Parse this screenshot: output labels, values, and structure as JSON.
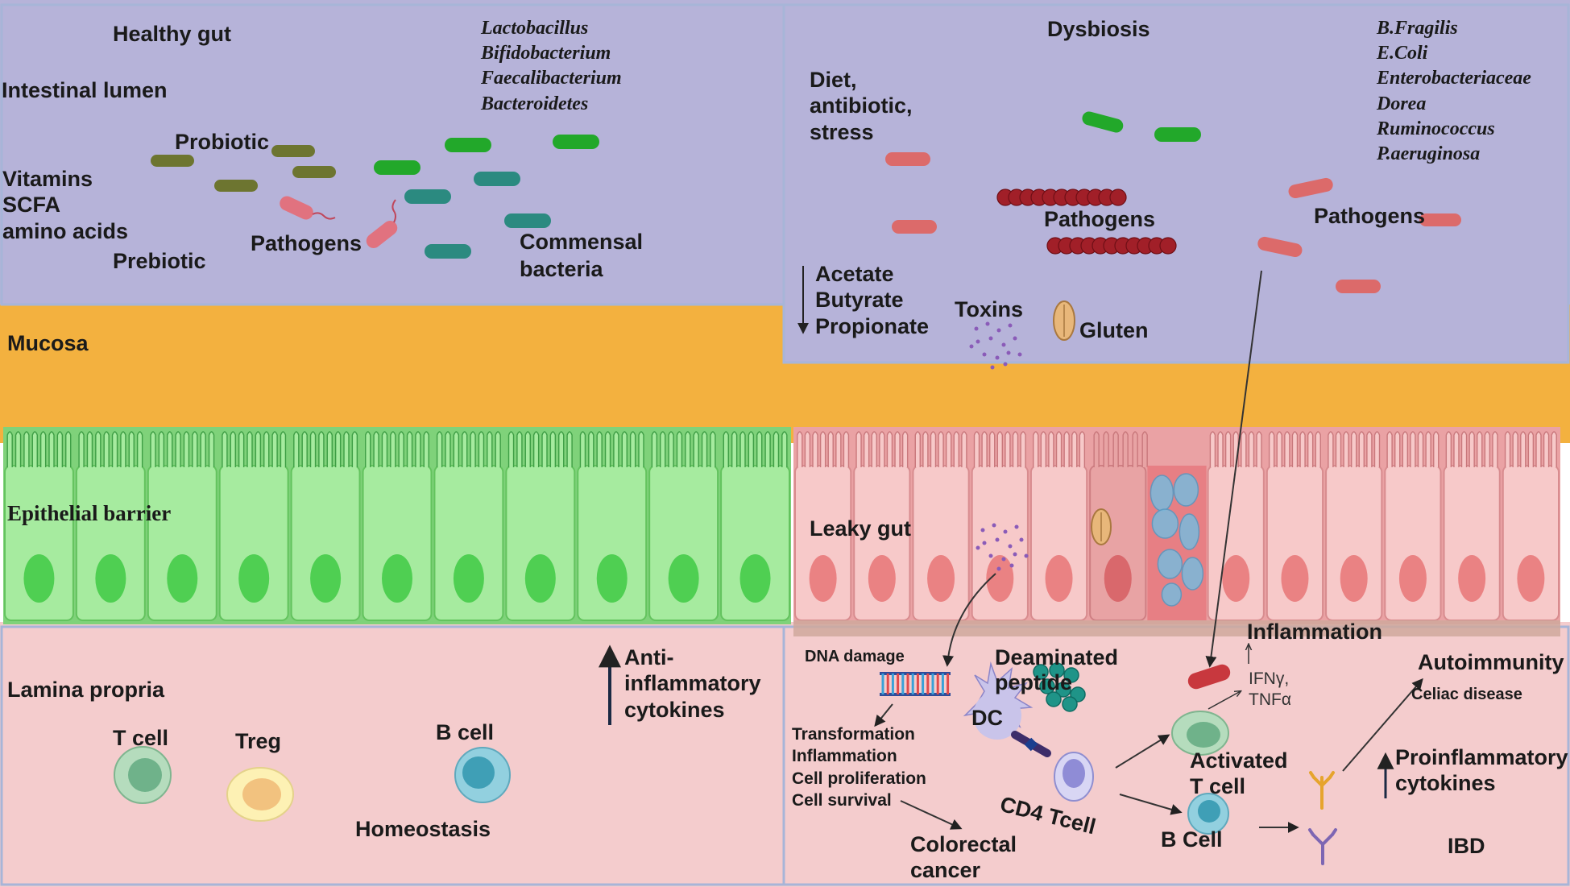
{
  "healthy": {
    "title": "Healthy gut",
    "lumen": "Intestinal lumen",
    "species": [
      "Lactobacillus",
      "Bifidobacterium",
      "Faecalibacterium",
      "Bacteroidetes"
    ],
    "probiotic": "Probiotic",
    "nutrients": [
      "Vitamins",
      "SCFA",
      "amino acids"
    ],
    "prebiotic": "Prebiotic",
    "pathogens": "Pathogens",
    "commensal": [
      "Commensal",
      "bacteria"
    ],
    "mucosa": "Mucosa",
    "epithelial": "Epithelial barrier",
    "lamina": "Lamina propria",
    "tcell": "T cell",
    "treg": "Treg",
    "bcell": "B cell",
    "homeostasis": "Homeostasis",
    "anti": [
      "Anti-",
      "inflammatory",
      "cytokines"
    ]
  },
  "dysbiosis": {
    "title": "Dysbiosis",
    "species": [
      "B.Fragilis",
      "E.Coli",
      "Enterobacteriaceae",
      "Dorea",
      "Ruminococcus",
      "P.aeruginosa"
    ],
    "causes": [
      "Diet,",
      "antibiotic,",
      "stress"
    ],
    "pathogens_center": "Pathogens",
    "pathogens_right": "Pathogens",
    "scfa": [
      "Acetate",
      "Butyrate",
      "Propionate"
    ],
    "toxins": "Toxins",
    "gluten": "Gluten",
    "leaky": "Leaky gut",
    "dna": "DNA damage",
    "deaminated": [
      "Deaminated",
      "peptide"
    ],
    "dc": "DC",
    "effects": [
      "Transformation",
      "Inflammation",
      "Cell proliferation",
      "Cell survival"
    ],
    "cd4": "CD4 Tcell",
    "colorectal": [
      "Colorectal",
      "cancer"
    ],
    "inflammation": "Inflammation",
    "ifn": [
      "IFNγ,",
      "TNFα"
    ],
    "activated": [
      "Activated",
      "T cell"
    ],
    "bcell": "B Cell",
    "autoimmunity": "Autoimmunity",
    "celiac": "Celiac disease",
    "proinflam": [
      "Proinflammatory",
      "cytokines"
    ],
    "ibd": "IBD"
  },
  "colors": {
    "lumen": "#b6b3d9",
    "mucosa": "#f3b13f",
    "healthy_epithelium": "#9fe69a",
    "leaky_epithelium": "#f6c4c4",
    "lamina": "#f4cccd"
  }
}
